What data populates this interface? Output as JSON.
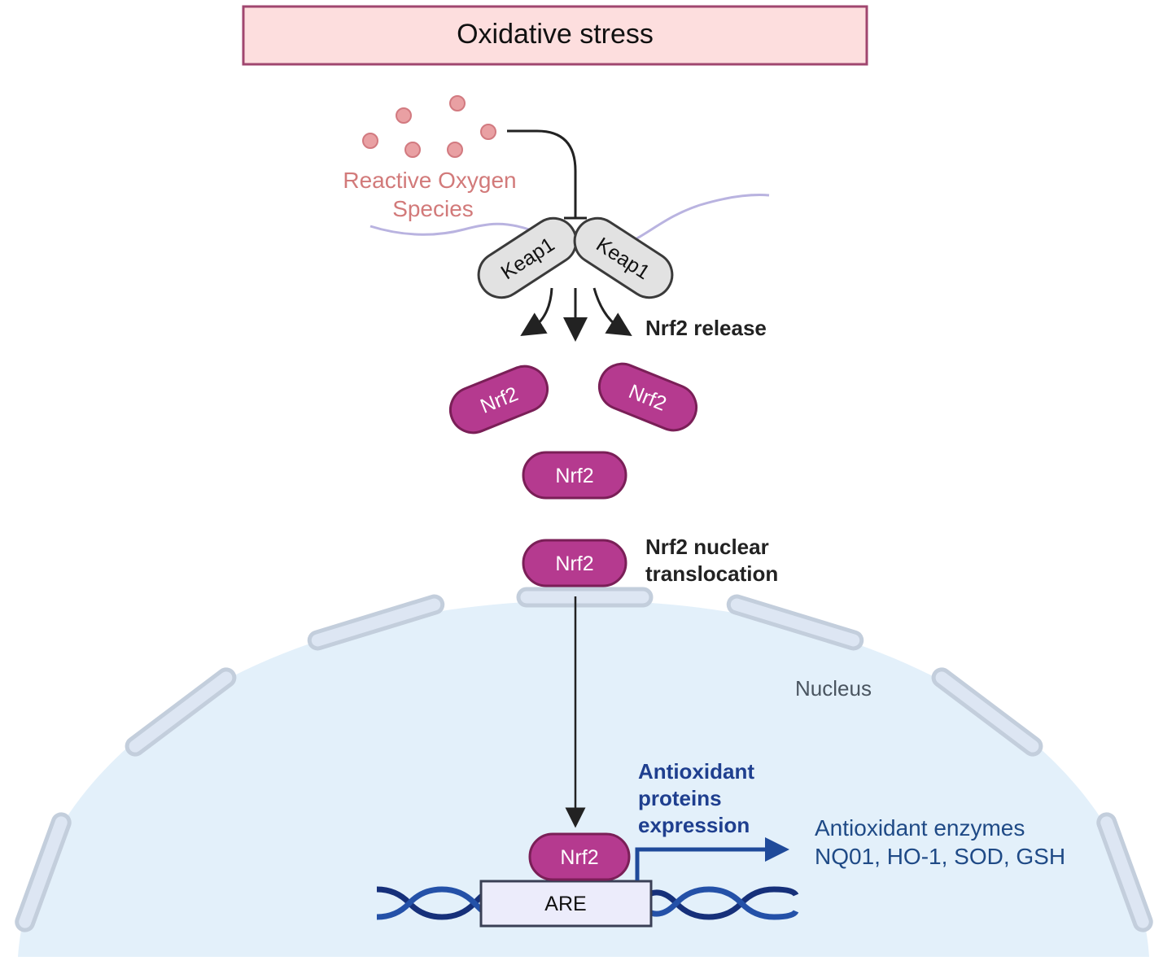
{
  "title": "Oxidative stress",
  "ros": {
    "label_line1": "Reactive Oxygen",
    "label_line2": "Species",
    "dot_count": 6
  },
  "keap1": {
    "left_label": "Keap1",
    "right_label": "Keap1"
  },
  "release_label": "Nrf2 release",
  "nrf2": {
    "label": "Nrf2",
    "free_count": 3
  },
  "translocation": {
    "line1": "Nrf2 nuclear",
    "line2": "translocation"
  },
  "nucleus": {
    "label": "Nucleus"
  },
  "expression": {
    "line1": "Antioxidant",
    "line2": "proteins",
    "line3": "expression"
  },
  "are_label": "ARE",
  "enzymes": {
    "line1": "Antioxidant enzymes",
    "line2": "NQ01, HO-1, SOD, GSH"
  },
  "colors": {
    "title_bg": "#fddede",
    "title_border": "#a0466f",
    "ros": "#e9a0a3",
    "nrf2_fill": "#b53a8f",
    "nrf2_border": "#7a1f57",
    "keap1_fill": "#e2e2e2",
    "nucleus_fill": "#e3f0fa",
    "pore_fill": "#dde6f3",
    "pore_border": "#c3cedc",
    "dna": "#1d3f91",
    "expression_blue": "#1f3f8f"
  }
}
